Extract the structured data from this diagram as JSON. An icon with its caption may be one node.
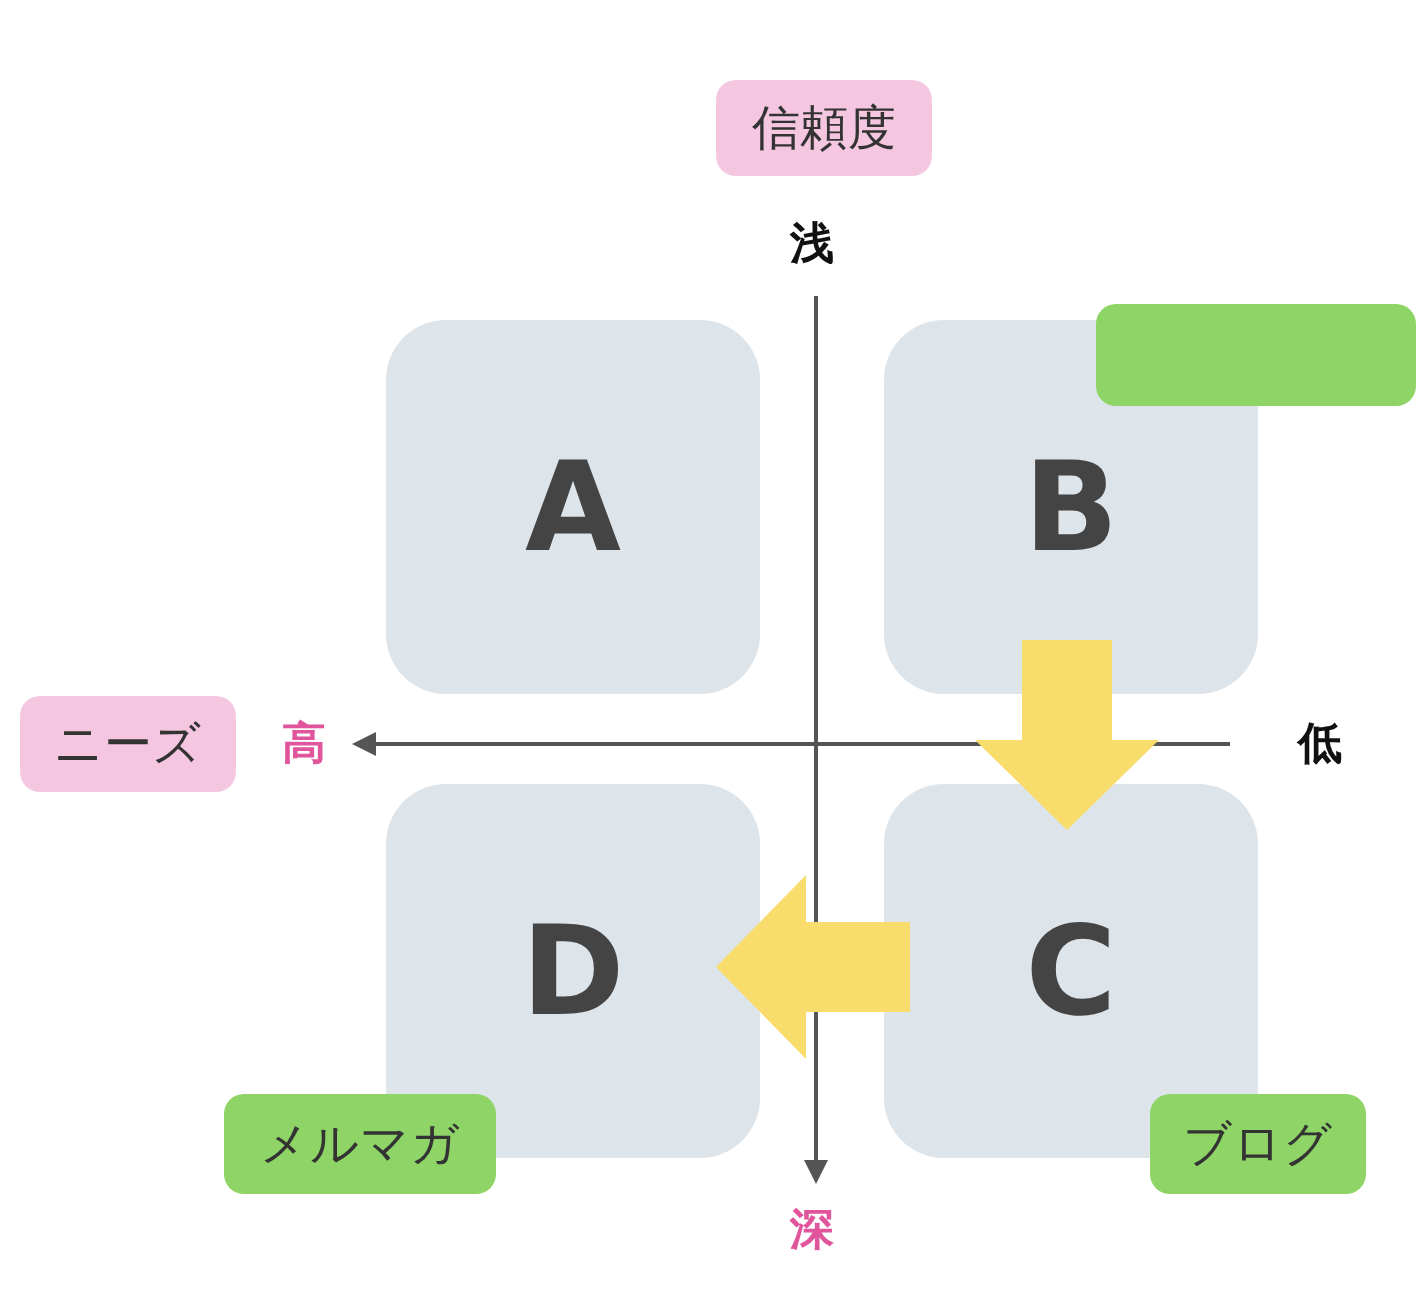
{
  "diagram": {
    "nodes": [
      {
        "text": [
          "信頼度"
        ]
      },
      {
        "text": [],
        "shape": "box"
      },
      {
        "text": [
          "A"
        ]
      },
      {
        "text": [
          "B"
        ]
      },
      {
        "text": [
          "ニーズ"
        ]
      },
      {
        "text": [
          "D"
        ]
      },
      {
        "text": [
          "C"
        ]
      },
      {
        "text": [
          "メルマガ"
        ]
      },
      {
        "text": [
          "ブログ"
        ]
      }
    ],
    "edges": [
      {
        "from": 3,
        "to": 6,
        "arrow": "to"
      },
      {
        "from": 6,
        "to": 5,
        "arrow": "to"
      }
    ],
    "labels": [
      "浅",
      "高",
      "低",
      "深"
    ]
  }
}
